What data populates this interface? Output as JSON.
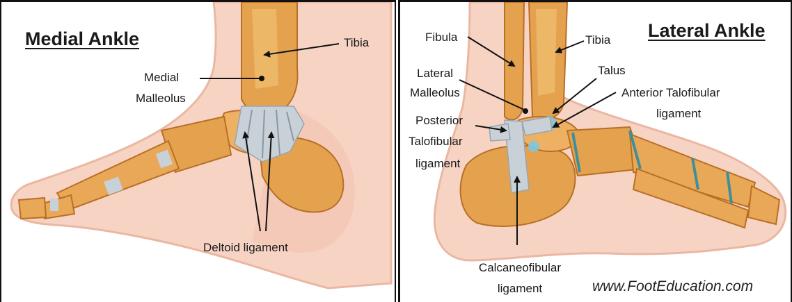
{
  "medial": {
    "title": "Medial Ankle",
    "labels": {
      "tibia": "Tibia",
      "medial_malleolus_line1": "Medial",
      "medial_malleolus_line2": "Malleolus",
      "deltoid": "Deltoid ligament"
    }
  },
  "lateral": {
    "title": "Lateral Ankle",
    "labels": {
      "fibula": "Fibula",
      "tibia": "Tibia",
      "lateral_malleolus_line1": "Lateral",
      "lateral_malleolus_line2": "Malleolus",
      "talus": "Talus",
      "atfl_line1": "Anterior Talofibular",
      "atfl_line2": "ligament",
      "ptfl_line1": "Posterior",
      "ptfl_line2": "Talofibular",
      "ptfl_line3": "ligament",
      "cfl_line1": "Calcaneofibular",
      "cfl_line2": "ligament"
    },
    "credit": "www.FootEducation.com"
  },
  "colors": {
    "skin": "#f7d3c4",
    "skin_edge": "#eab7a2",
    "bone": "#e4a24e",
    "bone_light": "#f3c47a",
    "bone_dark": "#b86f25",
    "ligament": "#c8d0d8",
    "cartilage": "#3f8f98",
    "arrow": "#111111"
  }
}
